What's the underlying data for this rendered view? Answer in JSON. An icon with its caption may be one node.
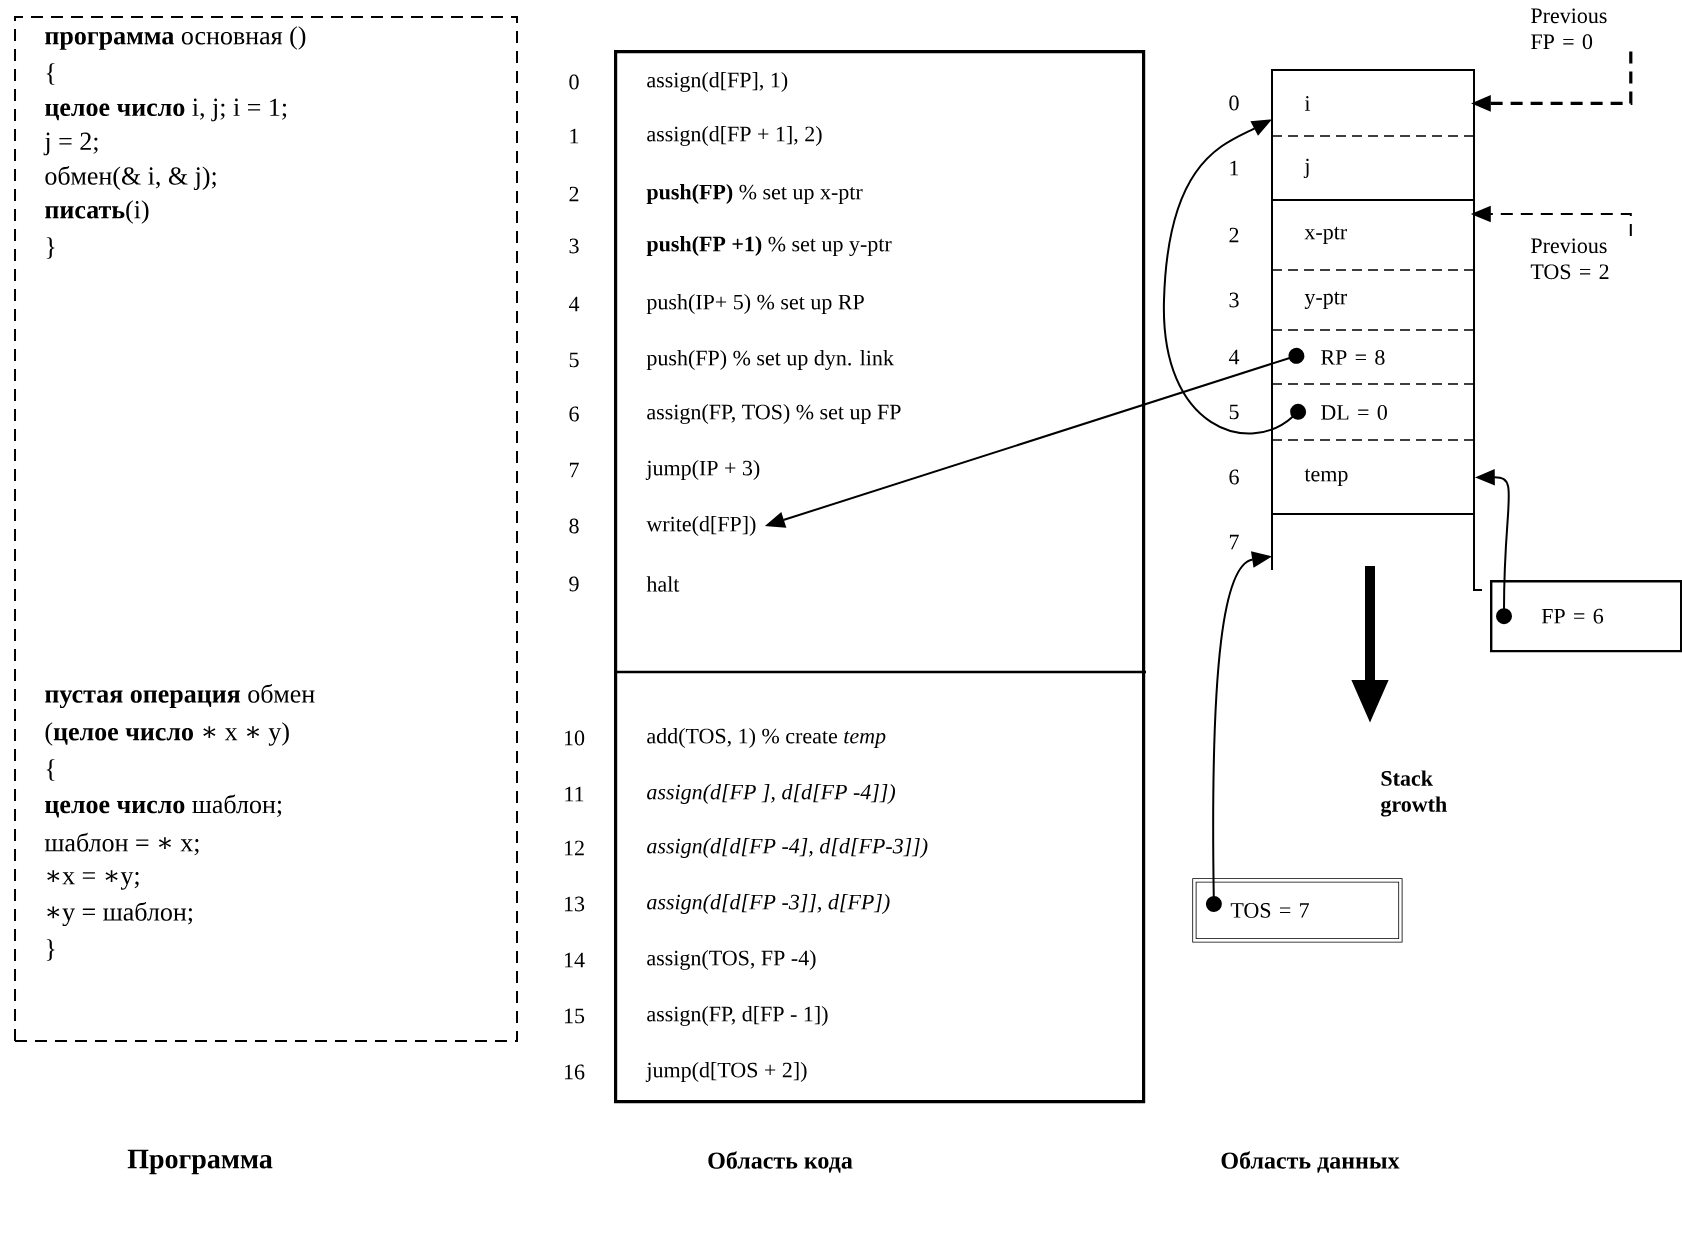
{
  "diagram": {
    "nodes": [
      {
        "text": [
          "**программа** основная ()",
          "{",
          "**целое число** i, j; i = 1;",
          "j = 2;",
          "обмен(& i, & j);",
          "**писать**(i)",
          "}",
          "**пустая операция** обмен",
          "(**целое число** ∗ x ∗ y)",
          "{",
          "**целое число** шаблон;",
          "шаблон = ∗ x;",
          "∗x = ∗y;",
          "∗y = шаблон;",
          "}"
        ]
      },
      {
        "text": [],
        "shape": "box"
      },
      {
        "text": [
          "assign(d[FP], 1)"
        ],
        "in": 1,
        "beside": [
          "0"
        ]
      },
      {
        "text": [
          "assign(d[FP + 1], 2)"
        ],
        "in": 1,
        "beside": [
          "1"
        ]
      },
      {
        "text": [
          "**push(FP)** % set up x-ptr"
        ],
        "in": 1,
        "beside": [
          "2"
        ]
      },
      {
        "text": [
          "**push(FP +1)** % set up y-ptr"
        ],
        "in": 1,
        "beside": [
          "3"
        ]
      },
      {
        "text": [
          "push(IP+ 5) % set up RP"
        ],
        "in": 1,
        "beside": [
          "4"
        ]
      },
      {
        "text": [
          "push(FP) % set up dyn. link"
        ],
        "in": 1,
        "beside": [
          "5"
        ]
      },
      {
        "text": [
          "assign(FP, TOS) % set up FP"
        ],
        "in": 1,
        "beside": [
          "6"
        ]
      },
      {
        "text": [
          "jump(IP + 3)"
        ],
        "in": 1,
        "beside": [
          "7"
        ]
      },
      {
        "text": [
          "write(d[FP])"
        ],
        "in": 1,
        "beside": [
          "8"
        ]
      },
      {
        "text": [
          "halt"
        ],
        "in": 1,
        "beside": [
          "9"
        ]
      },
      {
        "text": [
          "add(TOS, 1) % create *temp*"
        ],
        "in": 1,
        "beside": [
          "10"
        ]
      },
      {
        "text": [
          "assign(d[FP ], d[d[FP -4]])"
        ],
        "in": 1,
        "beside": [
          "11"
        ]
      },
      {
        "text": [
          "assign(d[d[FP -4], d[d[FP-3]])"
        ],
        "in": 1,
        "beside": [
          "12"
        ]
      },
      {
        "text": [
          "assign(d[d[FP -3]], d[FP])"
        ],
        "in": 1,
        "beside": [
          "13"
        ]
      },
      {
        "text": [
          "assign(TOS, FP -4)"
        ],
        "in": 1,
        "beside": [
          "14"
        ]
      },
      {
        "text": [
          "assign(FP,  d[FP - 1])"
        ],
        "in": 1,
        "beside": [
          "15"
        ]
      },
      {
        "text": [
          "jump(d[TOS + 2])"
        ],
        "in": 1,
        "beside": [
          "16"
        ]
      },
      {
        "text": [],
        "shape": "box"
      },
      {
        "text": [
          "i"
        ],
        "in": 19,
        "beside": [
          "0"
        ]
      },
      {
        "text": [
          "j"
        ],
        "in": 19,
        "beside": [
          "1"
        ]
      },
      {
        "text": [
          "x-ptr"
        ],
        "in": 19,
        "beside": [
          "2"
        ]
      },
      {
        "text": [
          "y-ptr"
        ],
        "in": 19,
        "beside": [
          "3"
        ]
      },
      {
        "text": [
          "RP = 8"
        ],
        "in": 19,
        "beside": [
          "4"
        ]
      },
      {
        "text": [
          "DL = 0"
        ],
        "in": 19,
        "beside": [
          "5"
        ]
      },
      {
        "text": [
          "temp"
        ],
        "in": 19,
        "beside": [
          "6"
        ]
      },
      {
        "text": [],
        "shape": "box",
        "in": 19,
        "beside": [
          "7"
        ]
      },
      {
        "text": [
          "Previous FP = 0"
        ]
      },
      {
        "text": [
          "Previous TOS = 2"
        ]
      },
      {
        "text": [
          "FP = 6"
        ]
      },
      {
        "text": [
          "TOS = 7"
        ]
      }
    ],
    "edges": [
      {
        "from": 24,
        "to": 10,
        "arrow": "to"
      },
      {
        "from": 25,
        "to": 20,
        "arrow": "to"
      },
      {
        "from": 30,
        "to": 26,
        "arrow": "to"
      },
      {
        "from": 31,
        "to": 27,
        "arrow": "to"
      },
      {
        "from": 28,
        "to": 20,
        "arrow": "to",
        "style": "dashed"
      },
      {
        "from": 29,
        "to": 22,
        "arrow": "to",
        "style": "dashed"
      }
    ],
    "labels": [
      "Stack growth",
      "Программа",
      "Область кода",
      "Область данных"
    ]
  }
}
